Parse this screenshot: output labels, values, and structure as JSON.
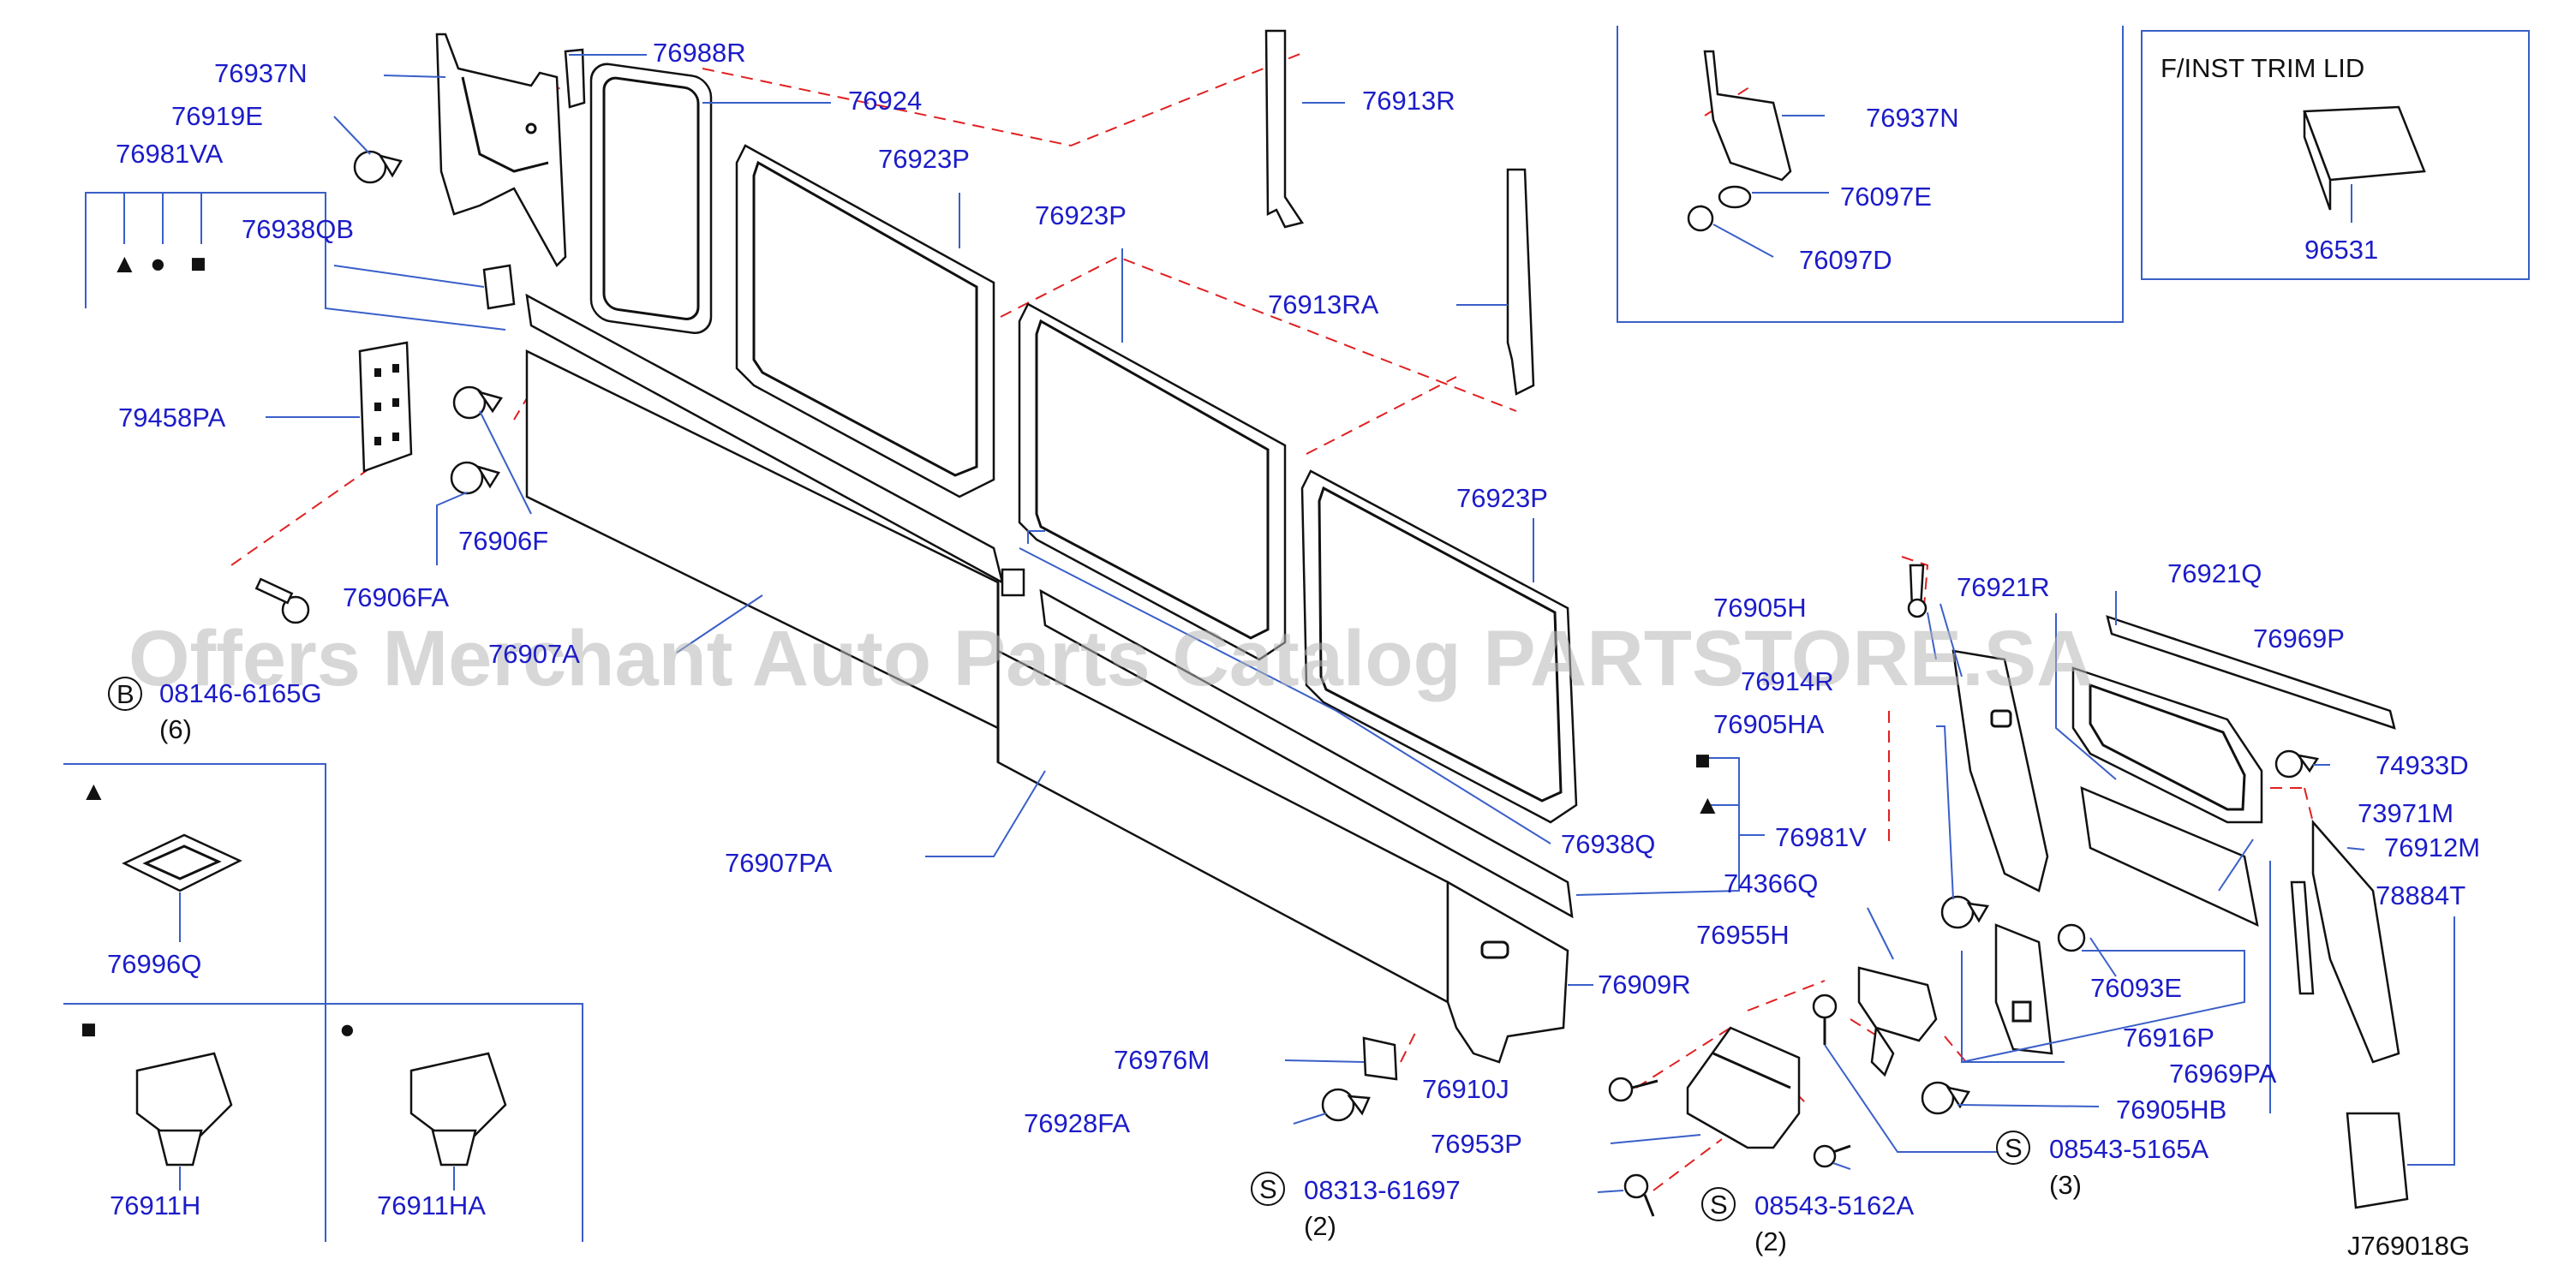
{
  "diagram_id": "J769018G",
  "watermark": "Offers Merchant Auto Parts Catalog PARTSTORE.SA",
  "inset_title": "F/INST TRIM LID",
  "symbols": {
    "triangle": "▲",
    "circle": "●",
    "square": "■",
    "b_mark": "B",
    "s_mark": "S"
  },
  "labels": {
    "p76937N": "76937N",
    "p76988R": "76988R",
    "p76924": "76924",
    "p76913R": "76913R",
    "p76919E": "76919E",
    "p76923P_1": "76923P",
    "p76981VA": "76981VA",
    "p76938QB": "76938QB",
    "p76923P_2": "76923P",
    "p76913RA": "76913RA",
    "p79458PA": "79458PA",
    "p76923P_3": "76923P",
    "p76906F": "76906F",
    "p76906FA": "76906FA",
    "p76907_partial": "76907A",
    "p08146": "08146-6165G",
    "q6": "(6)",
    "p76907PA": "76907PA",
    "p76938Q": "76938Q",
    "p76981V": "76981V",
    "p74366Q": "74366Q",
    "p76955H": "76955H",
    "p76909R": "76909R",
    "p76976M": "76976M",
    "p76910J": "76910J",
    "p76928FA": "76928FA",
    "p76953P": "76953P",
    "p08313": "08313-61697",
    "q2a": "(2)",
    "p08543_5162A": "08543-5162A",
    "q2b": "(2)",
    "p08543_5165A": "08543-5165A",
    "q3": "(3)",
    "p76905H": "76905H",
    "p76921R": "76921R",
    "p76914R": "76914R",
    "p76905HA": "76905HA",
    "p76921Q": "76921Q",
    "p76969P": "76969P",
    "p74933D": "74933D",
    "p73971M": "73971M",
    "p76912M": "76912M",
    "p78884T": "78884T",
    "p76093E": "76093E",
    "p76916P": "76916P",
    "p76969PA": "76969PA",
    "p76905HB": "76905HB",
    "p76937N_b": "76937N",
    "p76097E": "76097E",
    "p76097D": "76097D",
    "p96531": "96531",
    "p76996Q": "76996Q",
    "p76911H": "76911H",
    "p76911HA": "76911HA"
  },
  "colors": {
    "label": "#1c1cc8",
    "leader": "#3a5fc8",
    "phantom": "#e02020",
    "part": "#111111"
  }
}
